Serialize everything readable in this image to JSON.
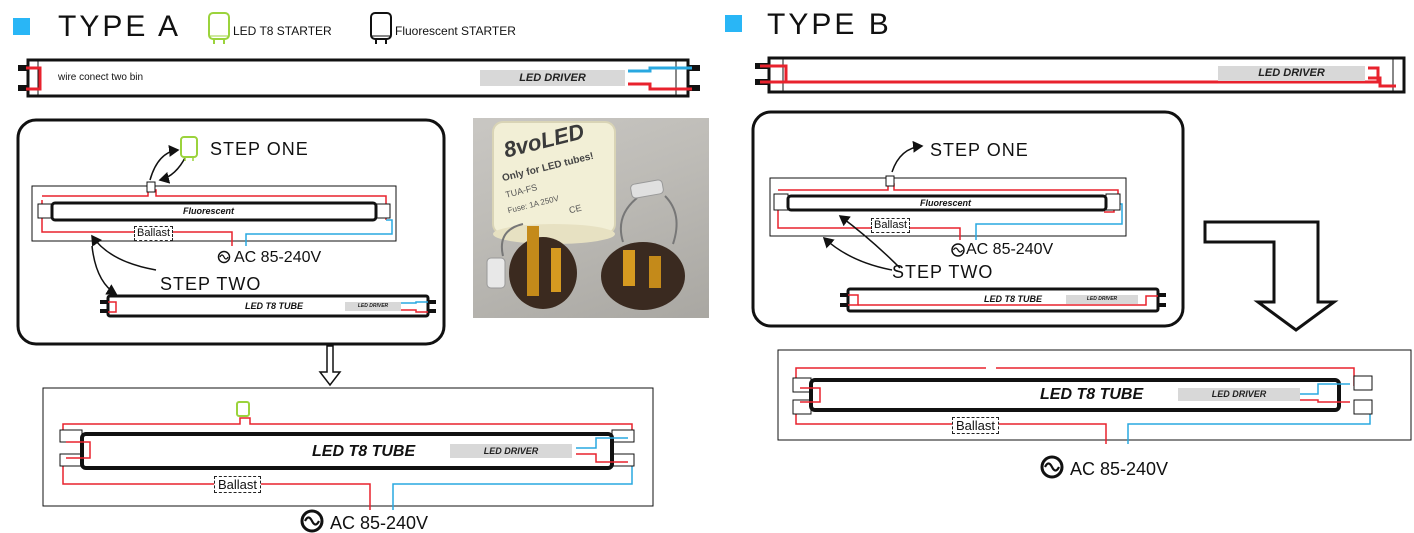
{
  "colors": {
    "accent": "#29b6f6",
    "led": "#9bd33c",
    "red_wire": "#e8222d",
    "blue_wire": "#29a8e0",
    "frame": "#111111"
  },
  "type_a": {
    "title": "TYPE A",
    "legend_led": "LED T8 STARTER",
    "legend_fluorescent": "Fluorescent STARTER",
    "wire_note": "wire conect two bin",
    "driver": "LED DRIVER",
    "step_one": "STEP ONE",
    "step_two": "STEP TWO",
    "fluorescent": "Fluorescent",
    "ballast": "Ballast",
    "ac": "AC 85-240V",
    "led_tube": "LED T8 TUBE",
    "led_driver_small": "LED DRIVER",
    "result_tube": "LED T8 TUBE",
    "result_driver": "LED DRIVER",
    "result_ballast": "Ballast",
    "result_ac": "AC 85-240V"
  },
  "photo": {
    "brand": "8voLED",
    "line1": "Only for LED tubes!",
    "line2": "TUA-FS",
    "line3": "Fuse: 1A 250V",
    "mark": "CE"
  },
  "type_b": {
    "title": "TYPE B",
    "driver": "LED DRIVER",
    "step_one": "STEP ONE",
    "step_two": "STEP TWO",
    "fluorescent": "Fluorescent",
    "ballast": "Ballast",
    "ac": "AC 85-240V",
    "led_tube": "LED T8 TUBE",
    "led_driver_small": "LED DRIVER",
    "result_tube": "LED T8 TUBE",
    "result_driver": "LED DRIVER",
    "result_ballast": "Ballast",
    "result_ac": "AC 85-240V"
  }
}
